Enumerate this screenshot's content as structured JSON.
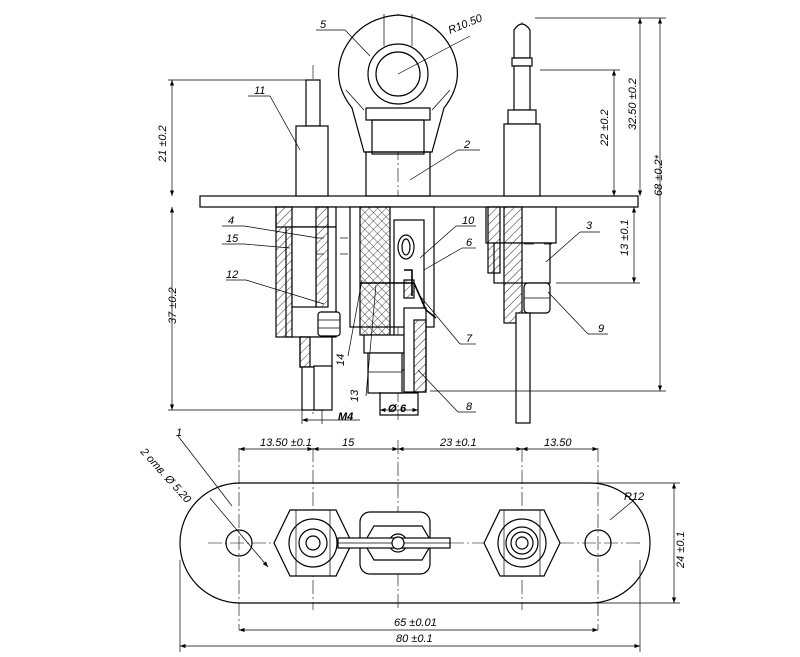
{
  "dimensions": {
    "top_r": "R10.50",
    "h21": "21 ±0.2",
    "h22": "22 ±0.2",
    "h32": "32.50 ±0.2",
    "h68": "68 ±0.2*",
    "h13": "13 ±0.1",
    "h37": "37 ±0.2",
    "m4": "M4",
    "d6": "6",
    "w1350a": "13.50 ±0.1",
    "w15": "15",
    "w23": "23 ±0.1",
    "w1350b": "13.50",
    "holes": "2 отв. Ø 5.20",
    "r12": "R12",
    "h24": "24 ±0.1",
    "w65": "65 ±0.01",
    "w80": "80 ±0.1"
  },
  "parts": {
    "p1": "1",
    "p2": "2",
    "p3": "3",
    "p4": "4",
    "p5": "5",
    "p6": "6",
    "p7": "7",
    "p8": "8",
    "p9": "9",
    "p10": "10",
    "p11": "11",
    "p12": "12",
    "p13": "13",
    "p14": "14",
    "p15": "15"
  }
}
